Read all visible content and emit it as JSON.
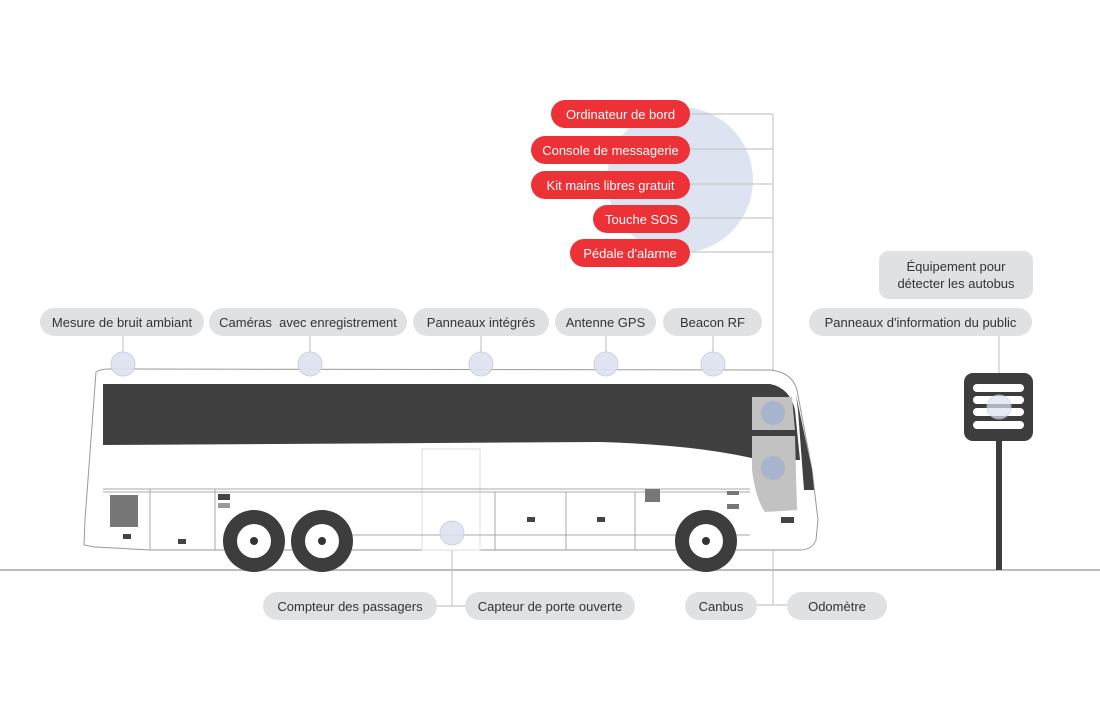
{
  "colors": {
    "alert": "#ec3237",
    "label": "#e0e1e3",
    "highlight": "#dde3f0",
    "bus_dark": "#404040"
  },
  "onboard_alerts": [
    {
      "label": "Ordinateur de bord"
    },
    {
      "label": "Console de messagerie"
    },
    {
      "label": "Kit mains libres gratuit"
    },
    {
      "label": "Touche SOS"
    },
    {
      "label": "Pédale d'alarme"
    }
  ],
  "roof_sensors": [
    {
      "label": "Mesure de bruit ambiant"
    },
    {
      "label": "Caméras  avec enregistrement"
    },
    {
      "label": "Panneaux intégrés"
    },
    {
      "label": "Antenne GPS"
    },
    {
      "label": "Beacon RF"
    }
  ],
  "stop": {
    "detect_label": "Équipement pour détecter les autobus",
    "info_label": "Panneaux d'information du public"
  },
  "bottom": [
    {
      "label": "Compteur des passagers"
    },
    {
      "label": "Capteur de porte ouverte"
    },
    {
      "label": "Canbus"
    },
    {
      "label": "Odomètre"
    }
  ]
}
